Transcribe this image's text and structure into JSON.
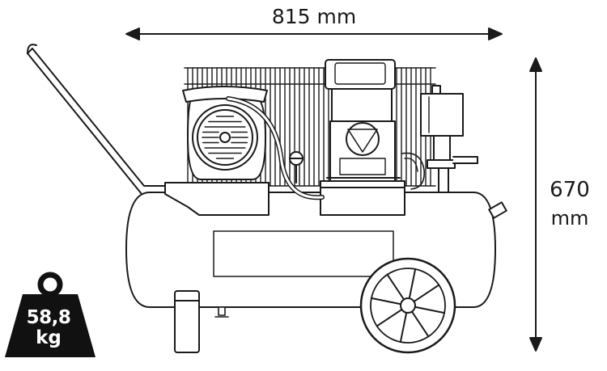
{
  "dimensions": {
    "width_label": "815 mm",
    "height_value": "670",
    "height_unit": "mm"
  },
  "weight": {
    "value": "58,8",
    "unit": "kg"
  },
  "colors": {
    "line": "#1a1a1a",
    "fill": "#ffffff",
    "weight_badge": "#111111"
  }
}
